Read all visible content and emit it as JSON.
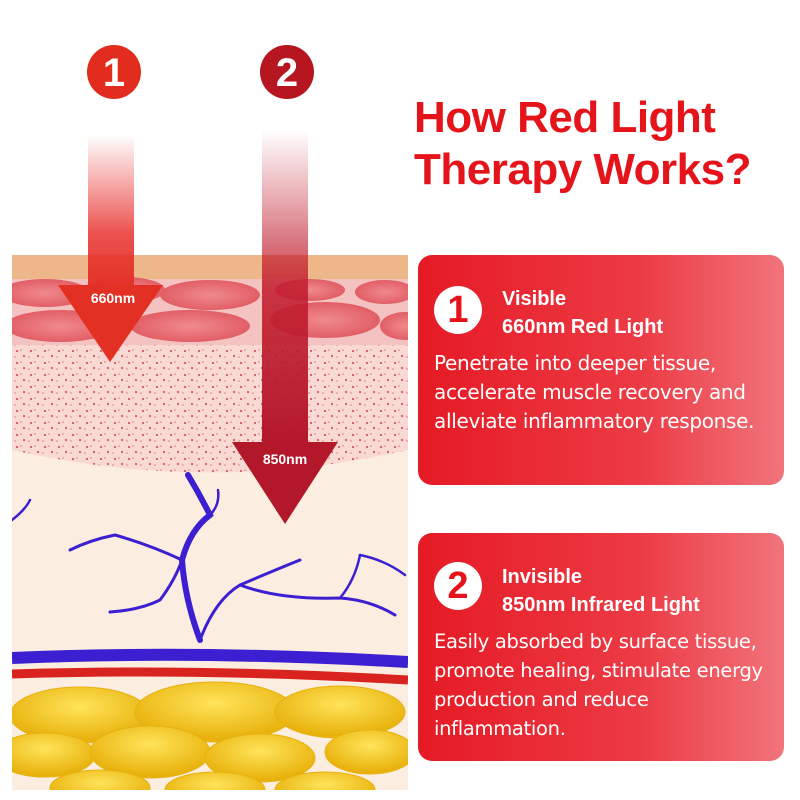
{
  "title": {
    "line1": "How Red Light",
    "line2": "Therapy Works?"
  },
  "arrows": [
    {
      "badge": "1",
      "label": "660nm"
    },
    {
      "badge": "2",
      "label": "850nm"
    }
  ],
  "cards": [
    {
      "number": "1",
      "heading_line1": "Visible",
      "heading_line2": "660nm Red Light",
      "body": "Penetrate into deeper tissue, accelerate muscle recovery and alleviate inflammatory response."
    },
    {
      "number": "2",
      "heading_line1": "Invisible",
      "heading_line2": "850nm Infrared Light",
      "body": "Easily absorbed by surface tissue, promote healing, stimulate energy production and reduce inflammation."
    }
  ],
  "colors": {
    "accent_red": "#e5141b",
    "dark_red": "#b51a22",
    "vein_blue": "#3b1fd0",
    "fat_yellow": "#f2c418"
  }
}
